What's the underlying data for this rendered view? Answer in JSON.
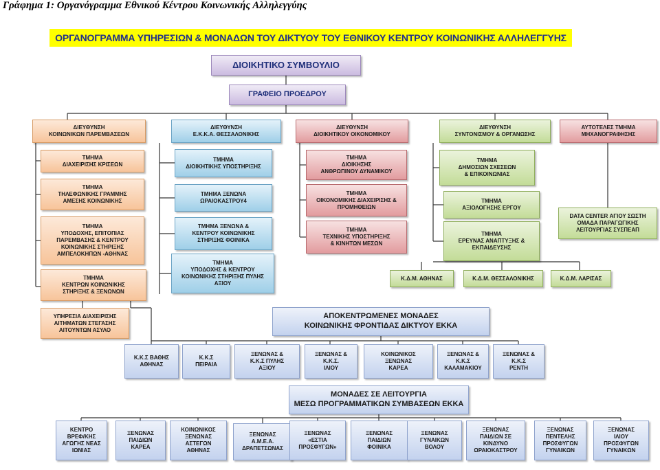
{
  "caption": "Γράφημα 1: Οργανόγραμμα Εθνικού Κέντρου Κοινωνικής Αλληλεγγύης",
  "banner": "ΟΡΓΑΝΟΓΡΑΜΜΑ ΥΠΗΡΕΣΙΩΝ  & ΜΟΝΑΔΩΝ ΤΟΥ ΔΙΚΤΥΟΥ ΤΟΥ ΕΘΝΙΚΟΥ ΚΕΝΤΡΟΥ ΚΟΙΝΩΝΙΚΗΣ ΑΛΛΗΛΕΓΓΥΗΣ",
  "boxes": [
    {
      "id": "board",
      "lines": [
        "ΔΙΟΙΚΗΤΙΚΟ ΣΥΜΒΟΥΛΙΟ"
      ]
    },
    {
      "id": "president",
      "lines": [
        "ΓΡΑΦΕΙΟ ΠΡΟΕΔΡΟΥ"
      ]
    },
    {
      "id": "dir-interventions",
      "lines": [
        "ΔΙΕΥΘΥΝΣΗ",
        "ΚΟΙΝΩΝΙΚΩΝ ΠΑΡΕΜΒΑΣΕΩΝ"
      ]
    },
    {
      "id": "dir-thessaloniki",
      "lines": [
        "ΔΙΕΥΘΥΝΣΗ",
        "Ε.Κ.Κ.Α. ΘΕΣΣΑΛΟΝΙΚΗΣ"
      ]
    },
    {
      "id": "dir-finance",
      "lines": [
        "ΔΙΕΥΘΥΝΣΗ",
        "ΔΙΟΙΚΗΤΙΚΟΥ ΟΙΚΟΝΟΜΙΚΟΥ"
      ]
    },
    {
      "id": "dir-coordination",
      "lines": [
        "ΔΙΕΥΘΥΝΣΗ",
        "ΣΥΝΤΟΝΙΣΜΟΥ & ΟΡΓΑΝΩΣΗΣ"
      ]
    },
    {
      "id": "dept-it",
      "lines": [
        "ΑΥΤΟΤΕΛΕΣ ΤΜΗΜΑ",
        "ΜΗΧΑΝΟΓΡΑΦΗΣΗΣ"
      ]
    },
    {
      "id": "o1",
      "lines": [
        "ΤΜΗΜΑ",
        "ΔΙΑΧΕΙΡΙΣΗΣ ΚΡΙΣΕΩΝ"
      ]
    },
    {
      "id": "o2",
      "lines": [
        "ΤΜΗΜΑ",
        "ΤΗΛΕΦΩΝΙΚΗΣ ΓΡΑΜΜΗΣ",
        "ΑΜΕΣΗΣ ΚΟΙΝΩΝΙΚΗΣ"
      ]
    },
    {
      "id": "o3",
      "lines": [
        "ΤΜΗΜΑ",
        "ΥΠΟΔΟΧΗΣ, ΕΠΙΤΟΠΙΑΣ",
        "ΠΑΡΕΜΒΑΣΗΣ  & ΚΕΝΤΡΟΥ",
        "ΚΟΙΝΩΝΙΚΗΣ ΣΤΗΡΙΞΗΣ",
        "ΑΜΠΕΛΟΚΗΠΩΝ -ΑΘΗΝΑΣ"
      ]
    },
    {
      "id": "o4",
      "lines": [
        "ΤΜΗΜΑ",
        "ΚΕΝΤΡΩΝ ΚΟΙΝΩΝΙΚΗΣ",
        "ΣΤΗΡΙΞΗΣ &    ΞΕΝΩΝΩΝ"
      ]
    },
    {
      "id": "o5",
      "lines": [
        "ΥΠΗΡΕΣΙΑ ΔΙΑΧΕΙΡΙΣΗΣ",
        "ΑΙΤΗΜΑΤΩΝ ΣΤΕΓΑΣΗΣ",
        "ΑΙΤΟΥΝΤΩΝ ΑΣΥΛΟ"
      ]
    },
    {
      "id": "b1",
      "lines": [
        "ΤΜΗΜΑ",
        "ΔΙΟΙΚΗΤΙΚΗΣ ΥΠΟΣΤΗΡΙΞΗΣ"
      ]
    },
    {
      "id": "b2",
      "lines": [
        "ΤΜΗΜΑ      ΞΕΝΩΝΑ",
        "ΩΡΑΙΟΚΑΣΤΡΟΥ4"
      ]
    },
    {
      "id": "b3",
      "lines": [
        "ΤΜΗΜΑ  ΞΕΝΩΝΑ &",
        "ΚΕΝΤΡΟΥ  ΚΟΙΝΩΝΙΚΗΣ",
        "ΣΤΗΡΙΞΗΣ ΦΟΙΝΙΚΑ"
      ]
    },
    {
      "id": "b4",
      "lines": [
        "ΤΜΗΜΑ",
        "ΥΠΟΔΟΧΗΣ  & ΚΕΝΤΡΟΥ",
        "ΚΟΙΝΩΝΙΚΗΣ ΣΤΗΡΙΞΗΣ ΠΥΛΗΣ",
        "ΑΞΙΟΥ"
      ]
    },
    {
      "id": "r1",
      "lines": [
        "ΤΜΗΜΑ",
        "ΔΙΟΙΚΗΣΗΣ",
        "ΑΝΘΡΩΠΙΝΟΥ ΔΥΝΑΜΙΚΟΥ"
      ]
    },
    {
      "id": "r2",
      "lines": [
        "ΤΜΗΜΑ",
        "ΟΙΚΟΝΟΜΙΚΗΣ ΔΙΑΧΕΙΡΙΣΗΣ &",
        "ΠΡΟΜΗΘΕΙΩΝ"
      ]
    },
    {
      "id": "r3",
      "lines": [
        "ΤΜΗΜΑ",
        "ΤΕΧΝΙΚΗΣ ΥΠΟΣΤΗΡΙΞΗΣ",
        "& ΚΙΝΗΤΩΝ ΜΕΣΩΝ"
      ]
    },
    {
      "id": "g1",
      "lines": [
        "ΤΜΗΜΑ",
        "ΔΗΜΟΣΙΩΝ ΣΧΕΣΕΩΝ",
        "& ΕΠΙΚΟΙΝΩΝΙΑΣ"
      ]
    },
    {
      "id": "g2",
      "lines": [
        "ΤΜΗΜΑ",
        "ΑΞΙΟΛΟΓΗΣΗΣ ΕΡΓΟΥ"
      ]
    },
    {
      "id": "g3",
      "lines": [
        "ΤΜΗΜΑ",
        "ΕΡΕΥΝΑΣ ΑΝΑΠΤΥΞΗΣ &",
        "ΕΚΠΑΙΔΕΥΣΗΣ"
      ]
    },
    {
      "id": "datacenter",
      "lines": [
        "DATA CENTER ΑΓΙΟΥ  ΣΩΣΤΗ",
        "ΟΜΑΔΑ ΠΑΡΑΓΩΓΙΚΗΣ",
        "ΛΕΙΤΟΥΡΓΙΑΣ ΣΥΣΠΕΑΠ"
      ]
    },
    {
      "id": "kdm1",
      "lines": [
        "Κ.Δ.Μ. ΑΘΗΝΑΣ"
      ]
    },
    {
      "id": "kdm2",
      "lines": [
        "Κ.Δ.Μ. ΘΕΣΣΑΛΟΝΙΚΗΣ"
      ]
    },
    {
      "id": "kdm3",
      "lines": [
        "Κ.Δ.Μ. ΛΑΡΙΣΑΣ"
      ]
    },
    {
      "id": "decentral",
      "lines": [
        "ΑΠΟΚΕΝΤΡΩΜΕΝΕΣ ΜΟΝΑΔΕΣ",
        "ΚΟΙΝΩΝΙΚΗΣ ΦΡΟΝΤΙΔΑΣ ΔΙΚΤΥΟΥ ΕΚΚΑ"
      ]
    },
    {
      "id": "d1",
      "lines": [
        "Κ.Κ.Σ ΒΑΘΗΣ",
        "ΑΘΗΝΑΣ"
      ]
    },
    {
      "id": "d2",
      "lines": [
        "Κ.Κ.Σ",
        "ΠΕΙΡΑΙΑ"
      ]
    },
    {
      "id": "d3",
      "lines": [
        "ΞΕΝΩΝΑΣ &",
        "Κ.Κ.Σ ΠΥΛΗΣ",
        "ΑΞΙΟΥ"
      ]
    },
    {
      "id": "d4",
      "lines": [
        "ΞΕΝΩΝΑΣ &",
        "Κ.Κ.Σ.",
        "ΙΛΙΟΥ"
      ]
    },
    {
      "id": "d5",
      "lines": [
        "ΚΟΙΝΩΝΙΚΟΣ",
        "ΞΕΝΩΝΑΣ",
        "ΚΑΡΕΑ"
      ]
    },
    {
      "id": "d6",
      "lines": [
        "ΞΕΝΩΝΑΣ &",
        "Κ.Κ.Σ",
        "ΚΑΛΑΜΑΚΙΟΥ"
      ]
    },
    {
      "id": "d7",
      "lines": [
        "ΞΕΝΩΝΑΣ &",
        "Κ.Κ.Σ",
        "ΡΕΝΤΗ"
      ]
    },
    {
      "id": "programs",
      "lines": [
        "ΜΟΝΑΔΕΣ ΣΕ ΛΕΙΤΟΥΡΓΙΑ",
        "ΜΕΣΩ  ΠΡΟΓΡΑΜΜΑΤΙΚΩΝ ΣΥΜΒΑΣΕΩΝ ΕΚΚΑ"
      ]
    },
    {
      "id": "p1",
      "lines": [
        "ΚΕΝΤΡΟ",
        "ΒΡΕΦ/ΚΗΣ",
        "ΑΓΩΓΗΣ ΝΕΑΣ",
        "ΙΩΝΙΑΣ"
      ]
    },
    {
      "id": "p2",
      "lines": [
        "ΞΕΝΩΝΑΣ",
        "ΠΑΙΔΙΩΝ",
        "ΚΑΡΕΑ"
      ]
    },
    {
      "id": "p3",
      "lines": [
        "ΚΟΙΝΩΝΙΚΟΣ",
        "ΞΕΝΩΝΑΣ",
        "ΑΣΤΕΓΩΝ",
        "ΑΘΗΝΑΣ"
      ]
    },
    {
      "id": "p4",
      "lines": [
        "ΞΕΝΩΝΑΣ",
        "Α.Μ.Ε.Α.",
        "ΔΡΑΠΕΤΣΩΝΑΣ"
      ]
    },
    {
      "id": "p5",
      "lines": [
        "ΞΕΝΩΝΑΣ",
        "«ΕΣΤΙΑ",
        "ΠΡΟΣΦΥΓΩΝ»"
      ]
    },
    {
      "id": "p6",
      "lines": [
        "ΞΕΝΩΝΑΣ",
        "ΠΑΙΔΙΩΝ",
        "ΦΟΙΝΙΚΑ"
      ]
    },
    {
      "id": "p7",
      "lines": [
        "ΞΕΝΩΝΑΣ",
        "ΓΥΝΑΙΚΩΝ",
        "ΒΟΛΟΥ"
      ]
    },
    {
      "id": "p8",
      "lines": [
        "ΞΕΝΩΝΑΣ",
        "ΠΑΙΔΙΩΝ ΣΕ",
        "ΚΙΝΔΥΝΟ",
        "ΩΡΑΙΟΚΑΣΤΡΟΥ"
      ]
    },
    {
      "id": "p9",
      "lines": [
        "ΞΕΝΩΝΑΣ",
        "ΠΕΝΤΕΛΗΣ",
        "ΠΡΟΣΦΥΓΩΝ",
        "ΓΥΝΑΙΚΩΝ"
      ]
    },
    {
      "id": "p10",
      "lines": [
        "ΞΕΝΩΝΑΣ",
        "ΙΛΙΟΥ",
        "ΠΡΟΣΦΥΓΩΝ",
        "ΓΥΝΑΙΚΩΝ"
      ]
    }
  ],
  "colors": {
    "banner": "#ffff00",
    "banner_text": "#1f2f8a",
    "orange": "#f7c49a",
    "blue": "#9fcfe8",
    "red": "#e29c9f",
    "green": "#c3dc98",
    "light_blue": "#c3d2ee",
    "purple": "#cbbbe0",
    "connector": "#333333"
  }
}
